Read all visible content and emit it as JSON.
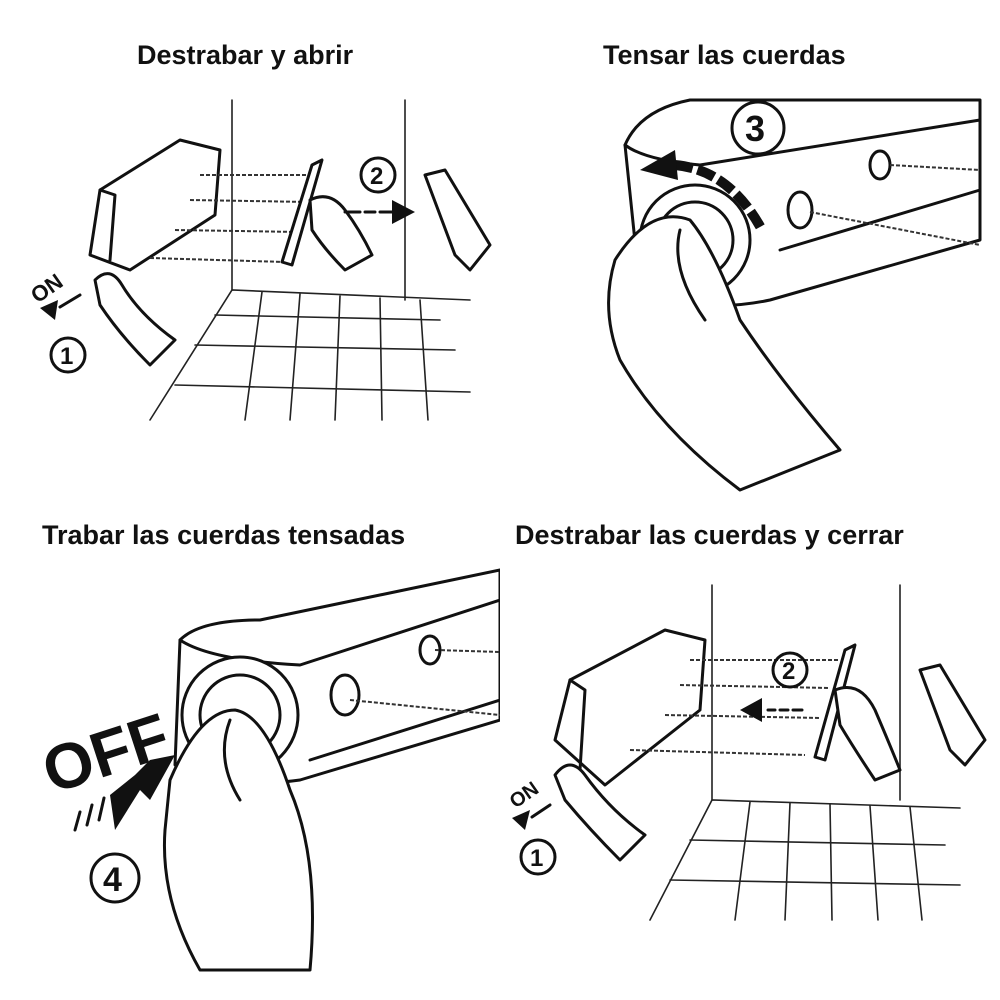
{
  "steps": [
    {
      "title": "Destrabar y abrir",
      "labels": {
        "on": "ON",
        "n1": "1",
        "n2": "2"
      }
    },
    {
      "title": "Tensar las cuerdas",
      "labels": {
        "n3": "3"
      }
    },
    {
      "title": "Trabar las cuerdas tensadas",
      "labels": {
        "off": "OFF",
        "n4": "4"
      }
    },
    {
      "title": "Destrabar las cuerdas y cerrar",
      "labels": {
        "on": "ON",
        "n1": "1",
        "n2": "2"
      }
    }
  ]
}
